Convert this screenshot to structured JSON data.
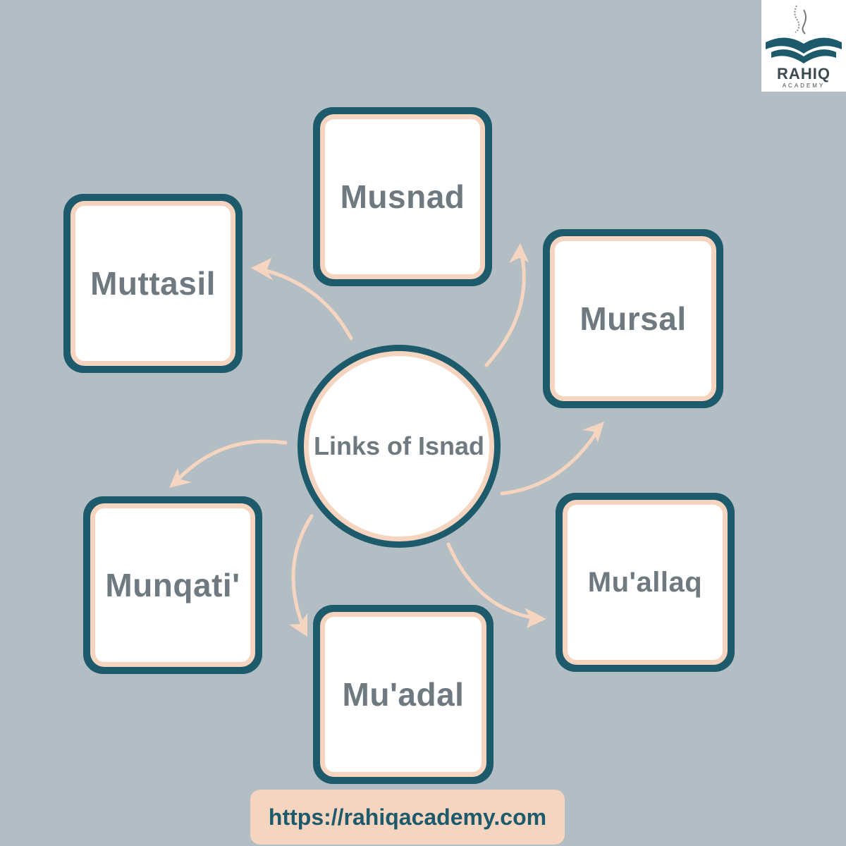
{
  "colors": {
    "background": "#b2bec4",
    "frame": "#1d5a6b",
    "accent": "#f6d5c0",
    "card": "#ffffff",
    "label": "#6e7a80"
  },
  "logo": {
    "name": "RAHIQ",
    "subtitle": "ACADEMY",
    "icon": "open-book-icon"
  },
  "center": {
    "label": "Links of Isnad"
  },
  "nodes": {
    "musnad": "Musnad",
    "muttasil": "Muttasil",
    "mursal": "Mursal",
    "munqati": "Munqati'",
    "muallaq": "Mu'allaq",
    "muadal": "Mu'adal"
  },
  "footer": {
    "url": "https://rahiqacademy.com"
  }
}
